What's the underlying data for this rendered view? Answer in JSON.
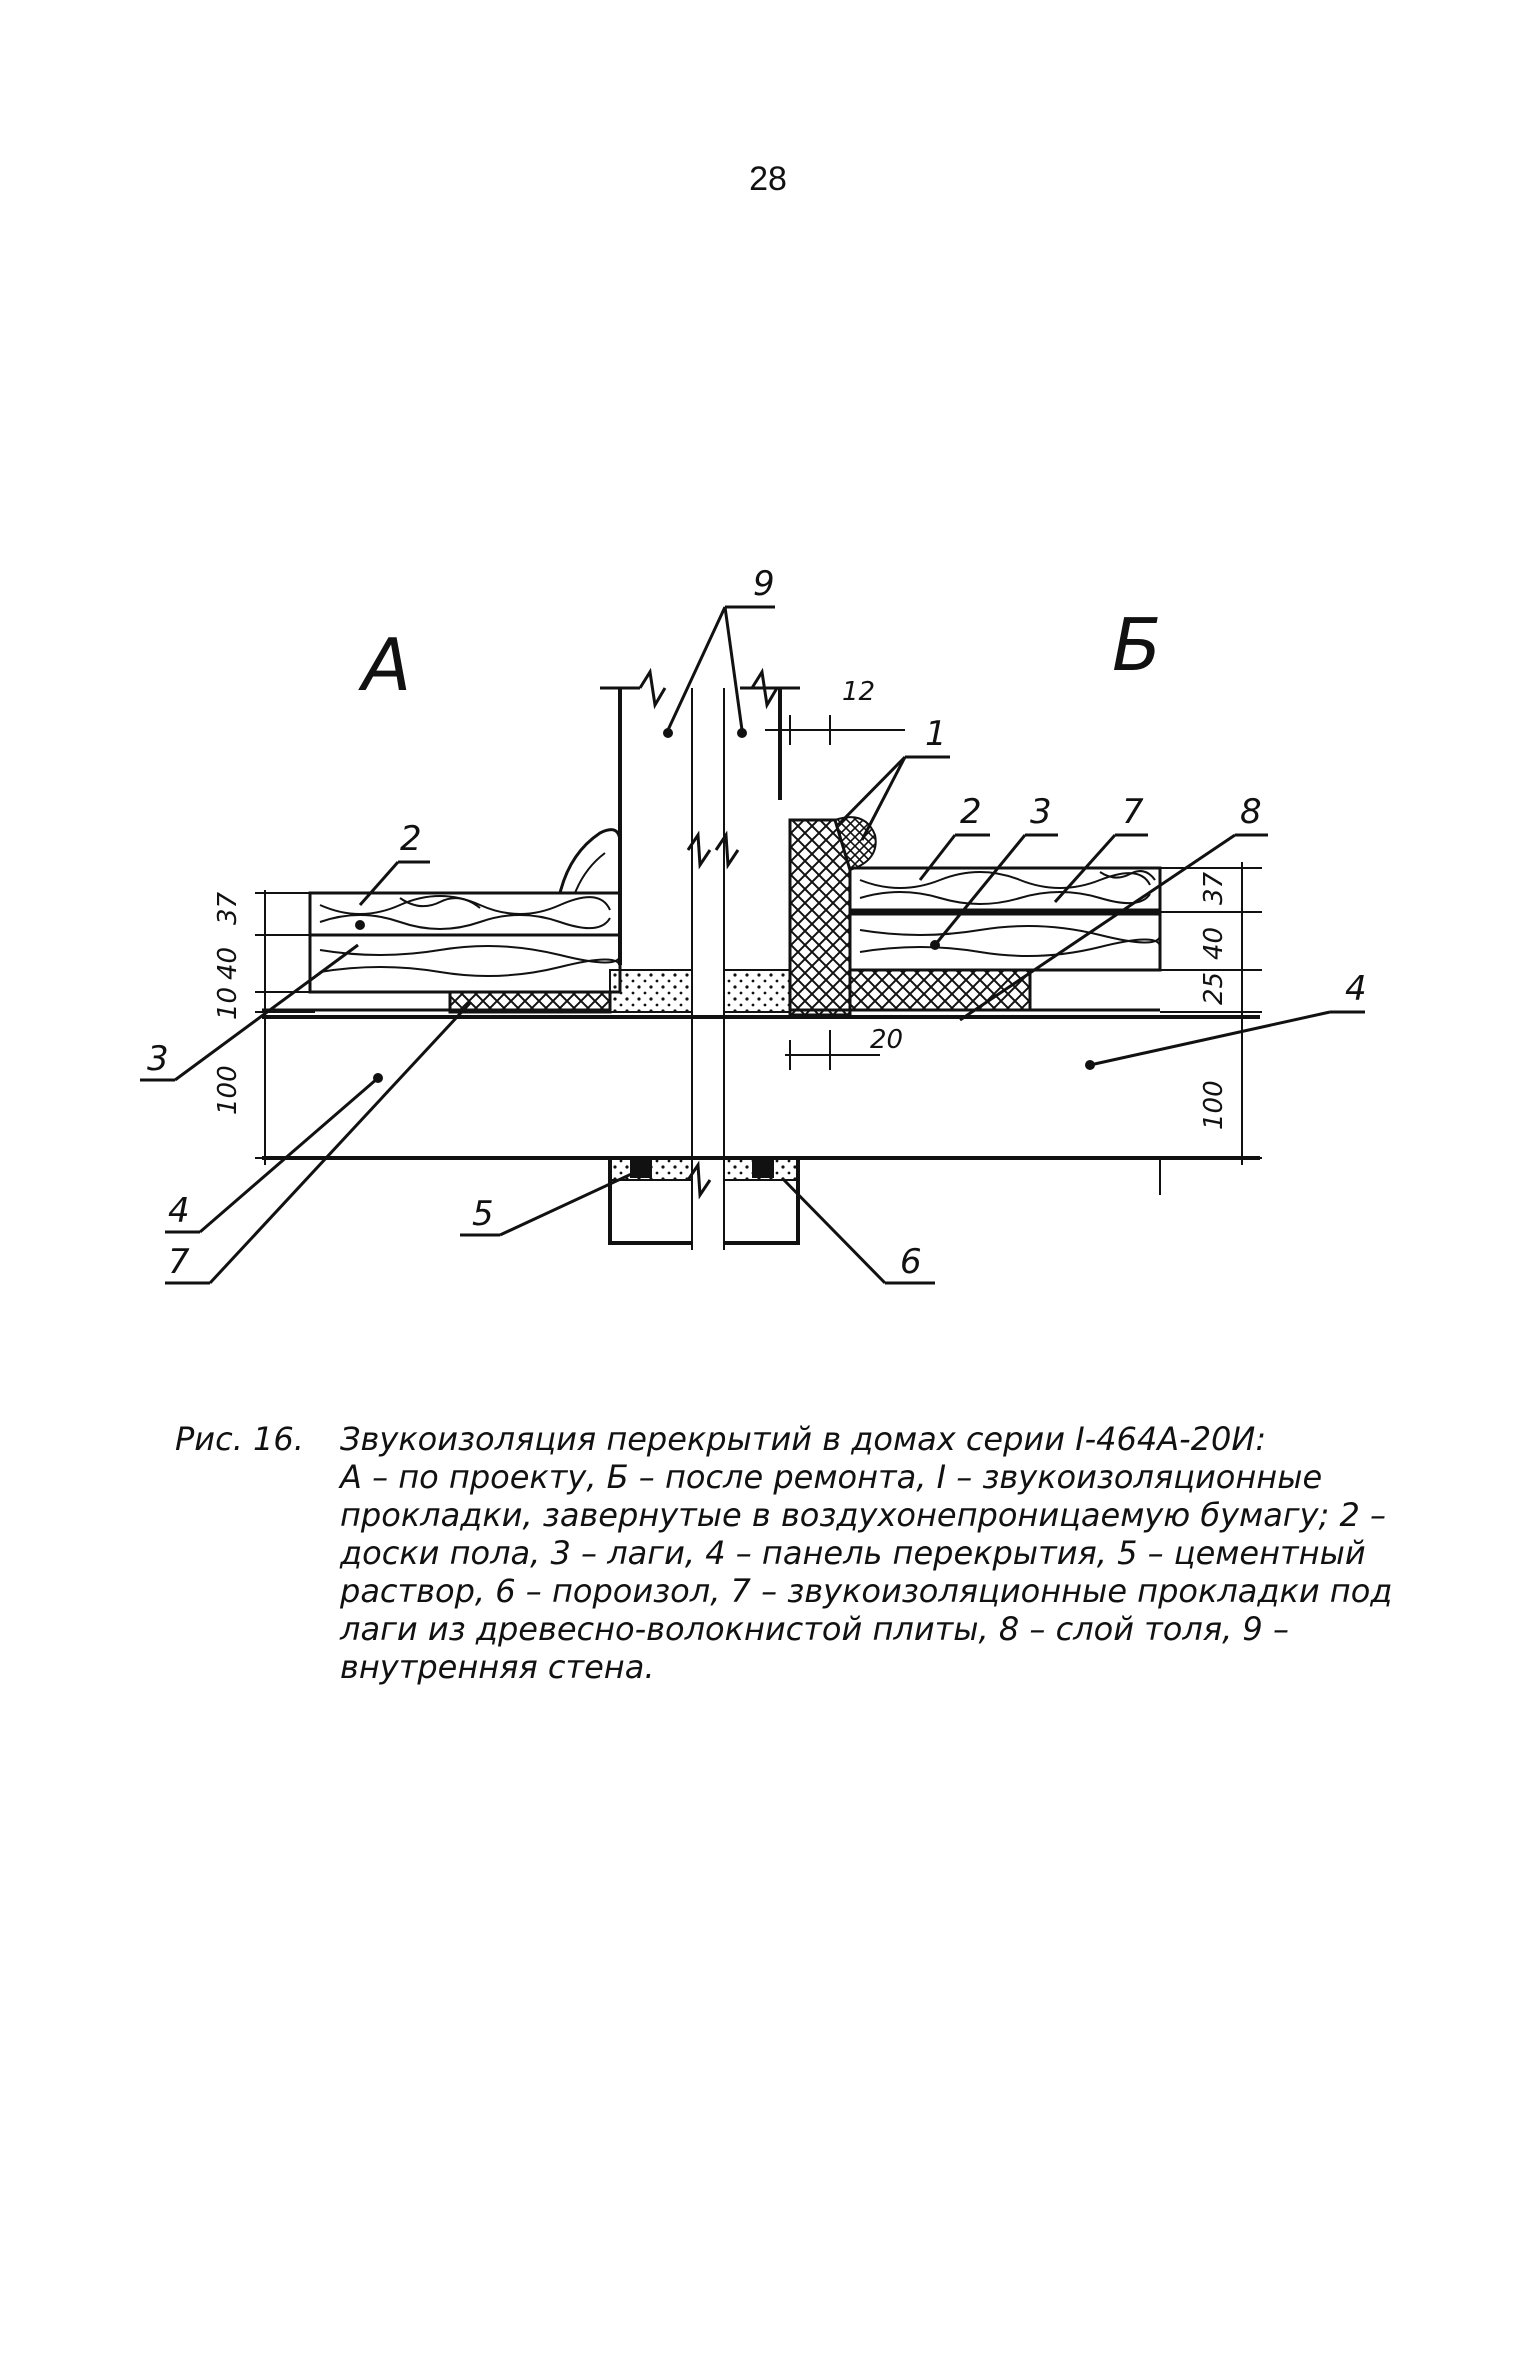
{
  "page_number": "28",
  "diagram": {
    "section_left": "А",
    "section_right": "Б",
    "callouts": {
      "n1": "1",
      "n2_left": "2",
      "n2_right": "2",
      "n3_left": "3",
      "n3_right": "3",
      "n4_left": "4",
      "n4_right": "4",
      "n5": "5",
      "n6": "6",
      "n7_left": "7",
      "n7_right": "7",
      "n8": "8",
      "n9": "9"
    },
    "dimensions": {
      "left_37": "37",
      "left_40": "40",
      "left_10": "10",
      "left_100": "100",
      "right_37": "37",
      "right_40": "40",
      "right_25": "25",
      "right_100": "100",
      "gap_12": "12",
      "gap_20": "20"
    }
  },
  "caption": {
    "label": "Рис. 16.",
    "text": "Звукоизоляция перекрытий в домах серии I-464А-20И:\nА – по проекту, Б – после ремонта, I – звукоизоляционные прокладки, завернутые в воздухонепроницаемую бумагу; 2 – доски пола, 3 – лаги, 4 – панель перекрытия, 5 – цементный раствор, 6 – пороизол, 7 – звукоизоляционные прокладки под лаги из древесно-волокнистой плиты, 8 – слой толя, 9 – внутренняя стена."
  }
}
